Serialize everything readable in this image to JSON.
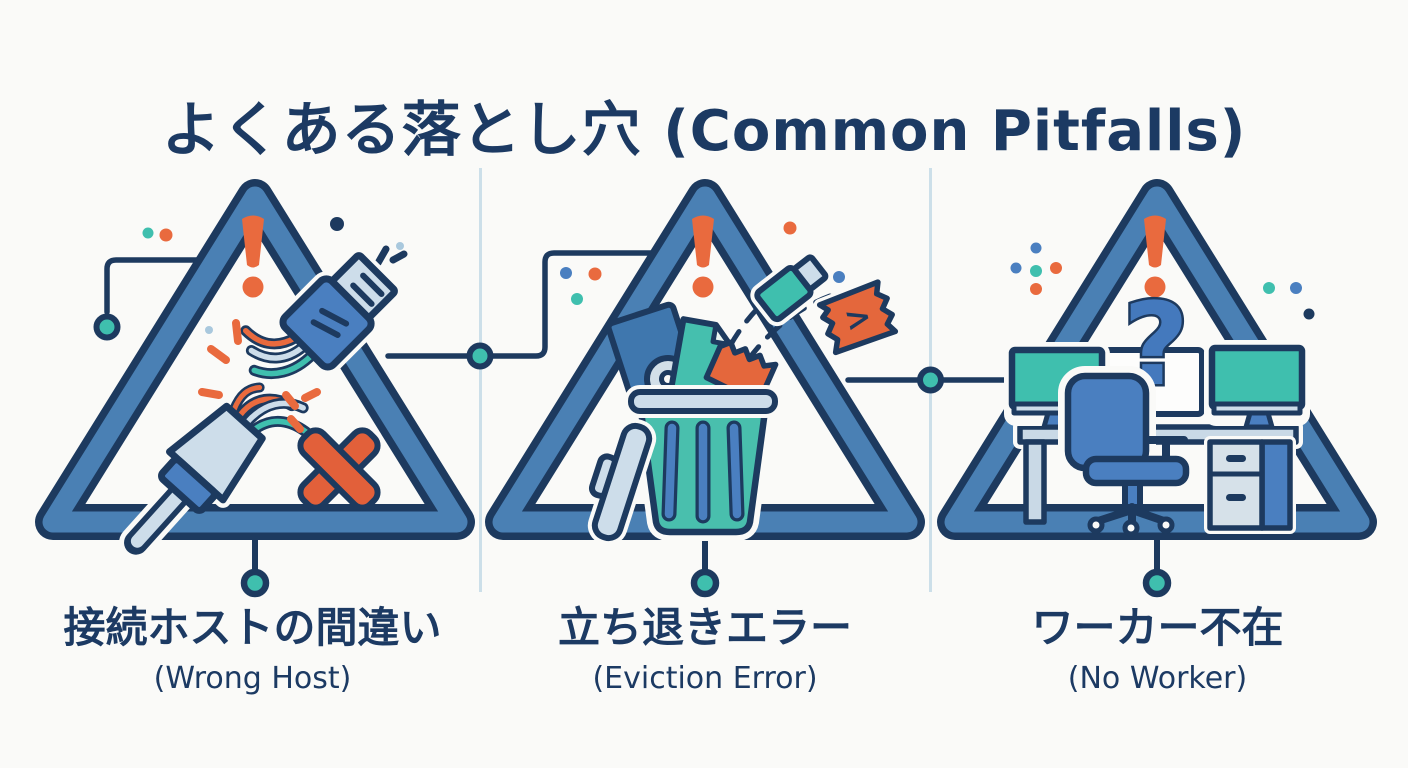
{
  "title": {
    "ja": "よくある落とし穴",
    "en": "(Common Pitfalls)"
  },
  "pitfalls": [
    {
      "label_ja": "接続ホストの間違い",
      "label_en": "(Wrong Host)",
      "icon": "broken-plug-icon"
    },
    {
      "label_ja": "立ち退きエラー",
      "label_en": "(Eviction Error)",
      "icon": "trash-eviction-icon"
    },
    {
      "label_ja": "ワーカー不在",
      "label_en": "(No Worker)",
      "icon": "empty-desk-icon"
    }
  ],
  "glyphs": {
    "ticket_code": ">",
    "question_mark": "?"
  },
  "colors": {
    "navy": "#1d3a5f",
    "triangle_blue": "#4a80b4",
    "teal": "#3fbfae",
    "orange": "#e96a3e",
    "light_gray_blue": "#cdddea",
    "chair_blue": "#4a7fc0",
    "divider": "#ccdfe9",
    "background": "#fafaf8",
    "text": "#1c3a63"
  }
}
